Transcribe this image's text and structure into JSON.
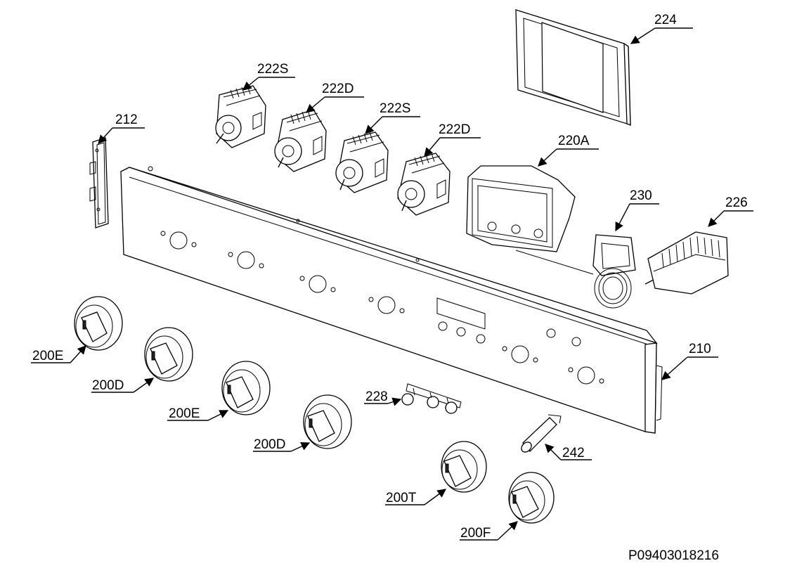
{
  "callouts": {
    "c224": "224",
    "c222S_a": "222S",
    "c222D_a": "222D",
    "c222S_b": "222S",
    "c222D_b": "222D",
    "c212": "212",
    "c220A": "220A",
    "c230": "230",
    "c226": "226",
    "c210": "210",
    "c228": "228",
    "c242": "242",
    "c200E_a": "200E",
    "c200D_a": "200D",
    "c200E_b": "200E",
    "c200D_b": "200D",
    "c200T": "200T",
    "c200F": "200F"
  },
  "reference_code": "P09403018216"
}
